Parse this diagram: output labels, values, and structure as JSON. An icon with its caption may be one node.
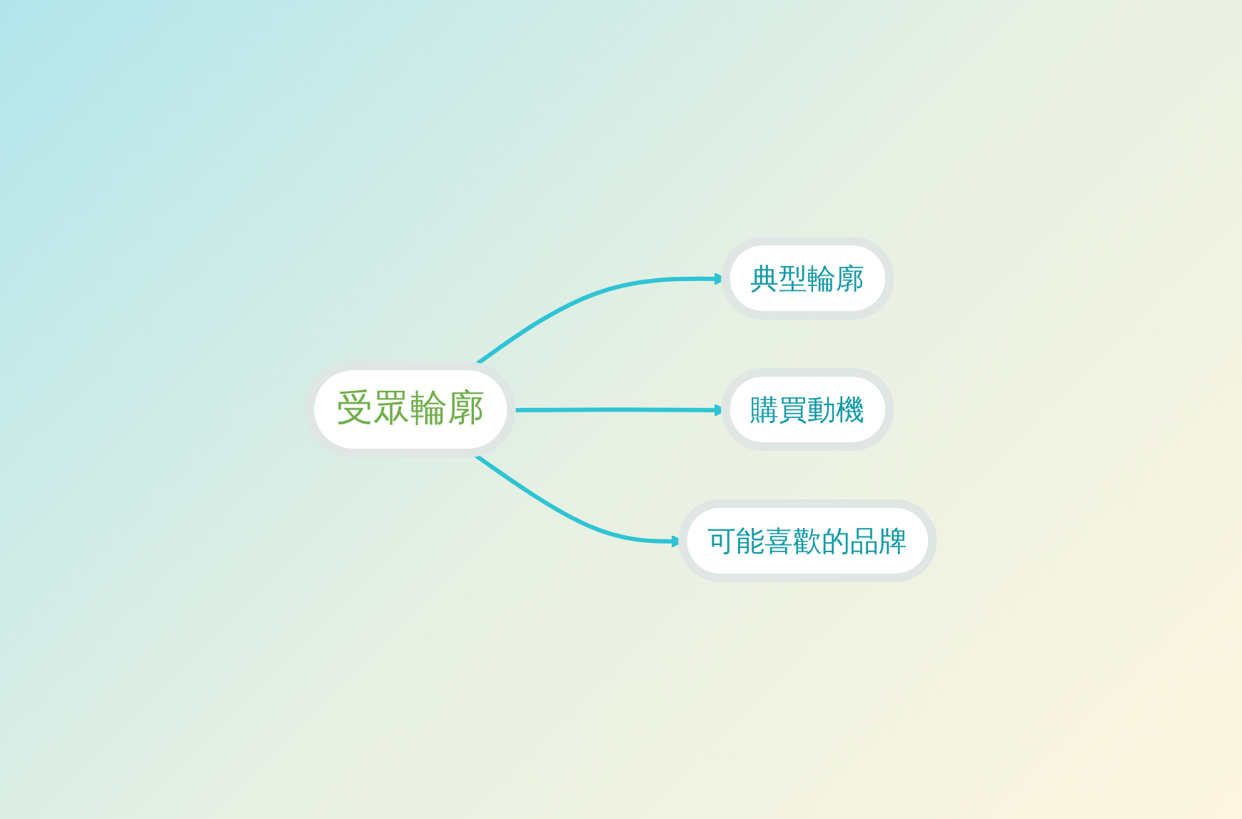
{
  "diagram": {
    "nodes": [
      {
        "text": [
          "受眾輪廓"
        ]
      },
      {
        "text": [
          "典型輪廓"
        ]
      },
      {
        "text": [
          "購買動機"
        ]
      },
      {
        "text": [
          "可能喜歡的品牌"
        ]
      }
    ],
    "edges": [
      {
        "from": 0,
        "to": 1,
        "arrow": "to"
      },
      {
        "from": 0,
        "to": 2,
        "arrow": "to"
      },
      {
        "from": 0,
        "to": 3,
        "arrow": "to"
      }
    ]
  }
}
